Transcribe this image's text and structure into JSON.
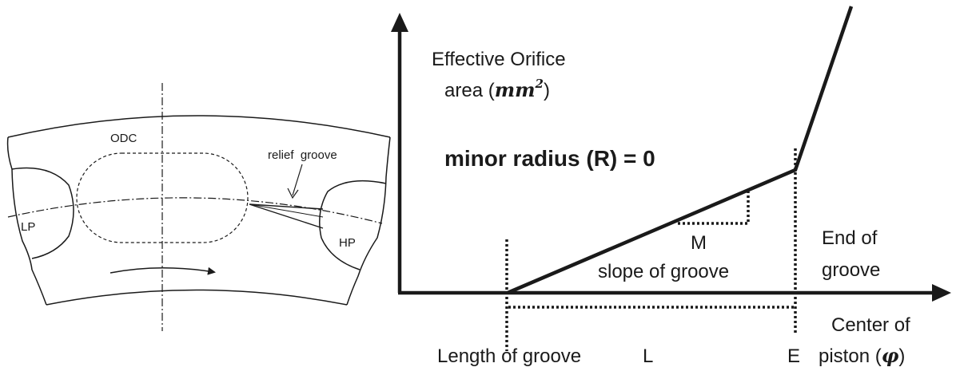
{
  "left_diagram": {
    "odc_label": "ODC",
    "relief_groove_label": "relief  groove",
    "lp_label": "LP",
    "hp_label": "HP"
  },
  "graph": {
    "y_axis_line1": "Effective Orifice",
    "y_axis_line2_prefix": "area (",
    "y_axis_unit_base": "mm",
    "y_axis_unit_exp": "2",
    "y_axis_line2_suffix": ")",
    "condition": "minor radius (R) = 0",
    "m_label": "M",
    "slope_label": "slope of groove",
    "end_of_groove_line1": "End of",
    "end_of_groove_line2": "groove",
    "x_axis_line1": "Center of",
    "x_axis_line2_prefix": "piston (",
    "x_axis_symbol": "φ",
    "x_axis_line2_suffix": ")",
    "length_label": "Length of groove",
    "l_label": "L",
    "e_label": "E"
  }
}
